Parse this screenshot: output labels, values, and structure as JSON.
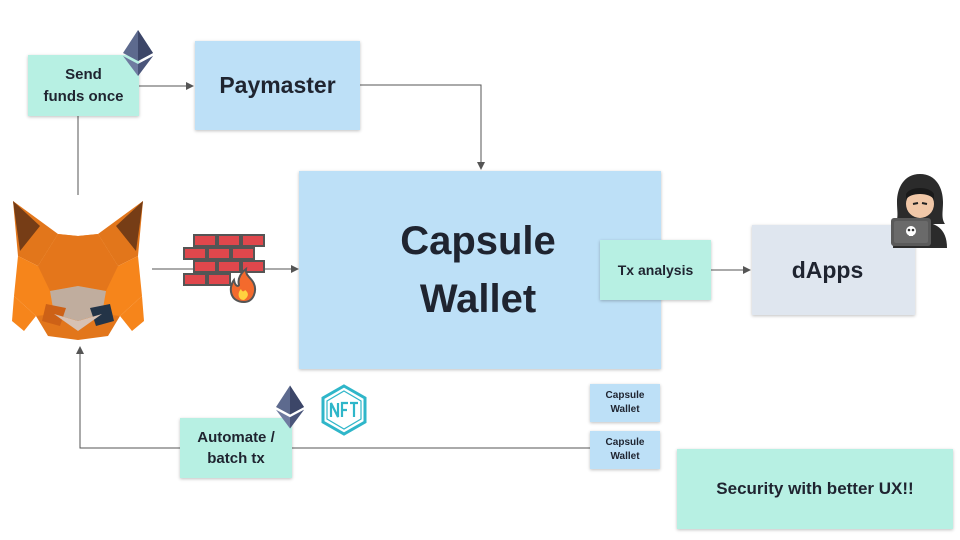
{
  "nodes": {
    "send_funds": "Send funds once",
    "paymaster": "Paymaster",
    "capsule_wallet": "Capsule Wallet",
    "tx_analysis": "Tx analysis",
    "dapps": "dApps",
    "automate": "Automate / batch tx",
    "capsule_small_1": "Capsule Wallet",
    "capsule_small_2": "Capsule Wallet",
    "security": "Security with better UX!!"
  },
  "icons": {
    "fox": "metamask-fox-icon",
    "firewall": "firewall-icon",
    "eth_top": "ethereum-icon",
    "eth_bottom": "ethereum-icon",
    "nft": "nft-icon",
    "hacker": "hacker-icon"
  },
  "colors": {
    "mint": "#b7f0e3",
    "blue": "#bde0f7",
    "grey": "#dfe6ef",
    "text": "#1f2430",
    "line": "#555555"
  }
}
